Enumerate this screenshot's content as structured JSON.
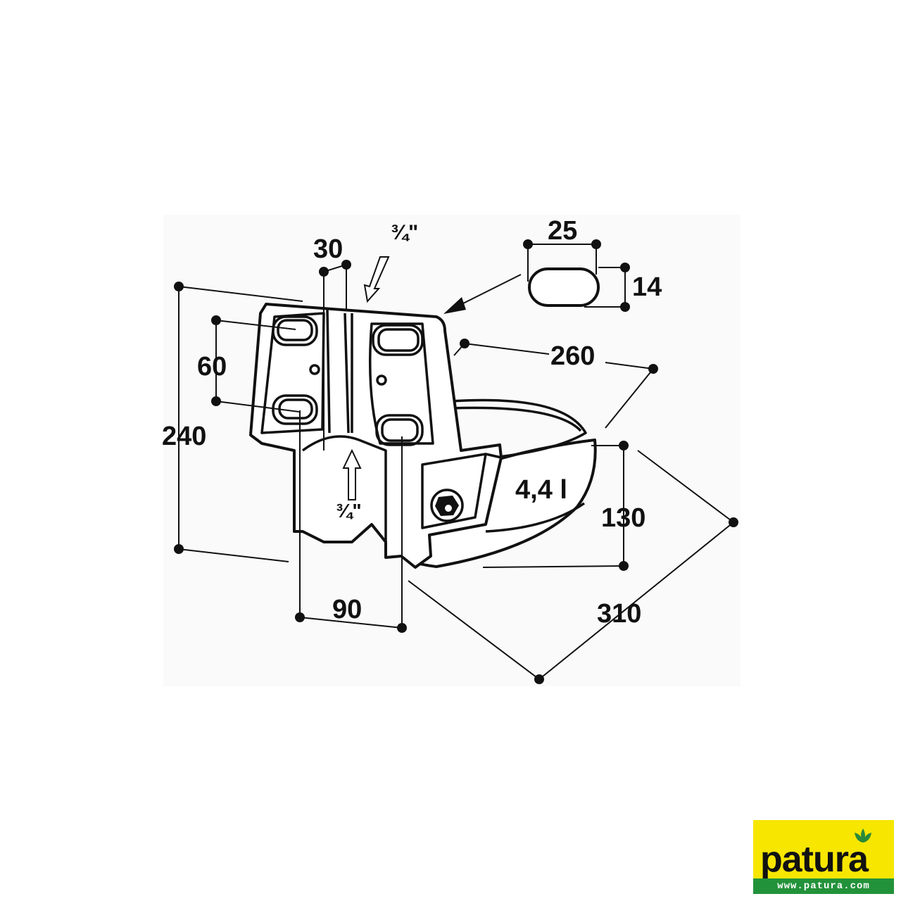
{
  "diagram": {
    "dimensions": {
      "height_total": "240",
      "hole_spacing": "60",
      "bracket_width": "30",
      "pipe_top": "¾\"",
      "pipe_bottom": "¾\"",
      "slot_width": "25",
      "slot_height": "14",
      "bowl_depth": "260",
      "bowl_height": "130",
      "bowl_width": "310",
      "mount_spacing": "90",
      "volume": "4,4 l"
    }
  },
  "logo": {
    "brand": "patura",
    "url": "www.patura.com",
    "colors": {
      "background": "#f7e600",
      "band": "#22923a",
      "leaf": "#2a8a3a"
    }
  }
}
